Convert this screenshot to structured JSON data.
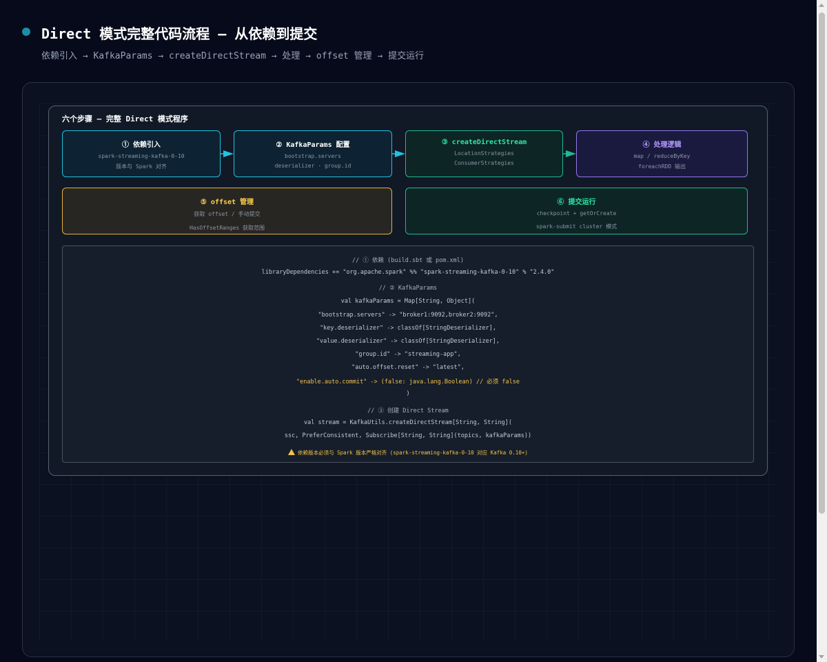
{
  "header": {
    "title": "Direct 模式完整代码流程 — 从依赖到提交",
    "subtitle": "依赖引入 → KafkaParams → createDirectStream → 处理 → offset 管理 → 提交运行"
  },
  "diagram": {
    "title": "六个步骤 — 完整 Direct 模式程序",
    "steps": [
      {
        "title": "① 依赖引入",
        "lines": [
          "spark-streaming-kafka-0-10",
          "版本与 Spark 对齐"
        ],
        "color": "#1fc3e0"
      },
      {
        "title": "② KafkaParams 配置",
        "lines": [
          "bootstrap.servers",
          "deserializer · group.id"
        ],
        "color": "#1fc3e0"
      },
      {
        "title": "③ createDirectStream",
        "lines": [
          "LocationStrategies",
          "ConsumerStrategies"
        ],
        "color": "#20b98f"
      },
      {
        "title": "④ 处理逻辑",
        "lines": [
          "map / reduceByKey",
          "foreachRDD 输出"
        ],
        "color": "#9278e8"
      },
      {
        "title": "⑤ offset 管理",
        "lines": [
          "获取 offset / 手动提交",
          "HasOffsetRanges 获取范围"
        ],
        "color": "#e6b334"
      },
      {
        "title": "⑥ 提交运行",
        "lines": [
          "checkpoint + getOrCreate",
          "spark-submit cluster 模式"
        ],
        "color": "#20b98f"
      }
    ],
    "code": [
      "// ① 依赖 (build.sbt 或 pom.xml)",
      "libraryDependencies += \"org.apache.spark\" %% \"spark-streaming-kafka-0-10\" % \"2.4.0\"",
      "// ② KafkaParams",
      "val kafkaParams = Map[String, Object](",
      "\"bootstrap.servers\" -> \"broker1:9092,broker2:9092\",",
      "\"key.deserializer\" -> classOf[StringDeserializer],",
      "\"value.deserializer\" -> classOf[StringDeserializer],",
      "\"group.id\" -> \"streaming-app\",",
      "\"auto.offset.reset\" -> \"latest\",",
      "\"enable.auto.commit\" -> (false: java.lang.Boolean) // 必须 false",
      ")",
      "// ③ 创建 Direct Stream",
      "val stream = KafkaUtils.createDirectStream[String, String](",
      "ssc, PreferConsistent, Subscribe[String, String](topics, kafkaParams))"
    ],
    "warning": "依赖版本必须与 Spark 版本严格对齐 (spark-streaming-kafka-0-10 对应 Kafka 0.10+)"
  }
}
